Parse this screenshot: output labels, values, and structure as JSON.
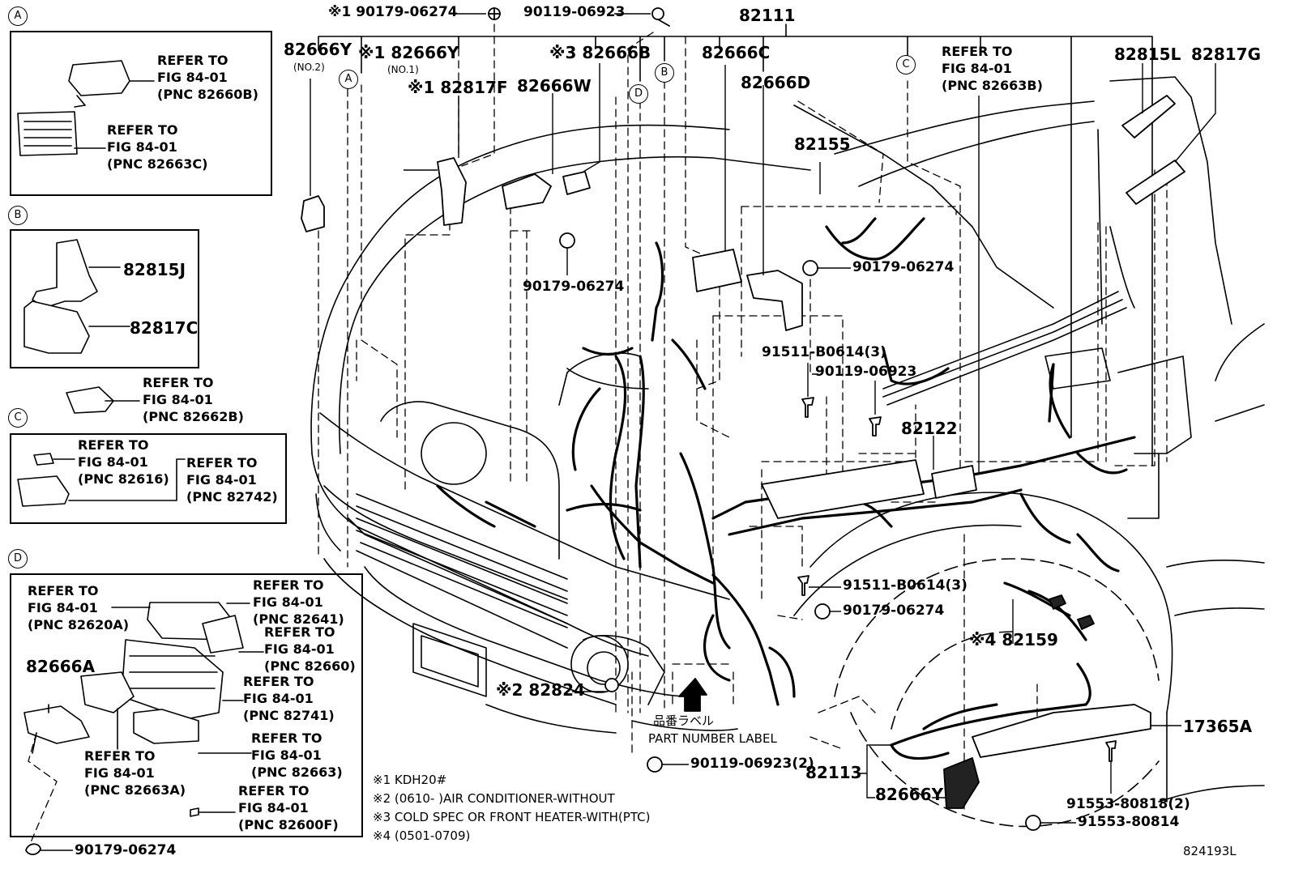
{
  "callouts": {
    "a": "A",
    "b": "B",
    "c": "C",
    "d": "D"
  },
  "parts": {
    "p82111": "82111",
    "p82666y_no2": "82666Y",
    "no2": "(NO.2)",
    "p82666y_no1": "※1 82666Y",
    "no1": "(NO.1)",
    "p82817f": "※1 82817F",
    "p82666b": "※3 82666B",
    "p82666w": "82666W",
    "p82666c": "82666C",
    "p82666d": "82666D",
    "p82815l": "82815L",
    "p82817g": "82817G",
    "p82155": "82155",
    "p82122": "82122",
    "p82159": "※4 82159",
    "p82824": "※2 82824",
    "p82113": "82113",
    "p82666y_b": "82666Y",
    "p17365a": "17365A",
    "p82815j": "82815J",
    "p82817c": "82817C",
    "p82666a": "82666A"
  },
  "fasteners": {
    "f_top_nut": "※1 90179-06274",
    "f_top_bolt": "90119-06923",
    "f_90179_mid": "90179-06274",
    "f_90179_right": "90179-06274",
    "f_91511_3a": "91511-B0614(3)",
    "f_90119_right": "90119-06923",
    "f_91511_3b": "91511-B0614(3)",
    "f_90179_lower": "90179-06274",
    "f_90119_2": "90119-06923(2)",
    "f_91553_2": "91553-80818(2)",
    "f_91553": "91553-80814",
    "f_90179_bottom": "90179-06274"
  },
  "refer": {
    "r_top_right": [
      "REFER TO",
      "FIG 84-01",
      "(PNC 82663B)"
    ],
    "r_a1": [
      "REFER TO",
      "FIG 84-01",
      "(PNC 82660B)"
    ],
    "r_a2": [
      "REFER TO",
      "FIG 84-01",
      "(PNC 82663C)"
    ],
    "r_mid": [
      "REFER TO",
      "FIG 84-01",
      "(PNC 82662B)"
    ],
    "r_c1": [
      "REFER TO",
      "FIG 84-01",
      "(PNC 82616)"
    ],
    "r_c2": [
      "REFER TO",
      "FIG 84-01",
      "(PNC 82742)"
    ],
    "r_d1": [
      "REFER TO",
      "FIG 84-01",
      "(PNC 82620A)"
    ],
    "r_d2": [
      "REFER TO",
      "FIG 84-01",
      "(PNC 82641)"
    ],
    "r_d3": [
      "REFER TO",
      "FIG 84-01",
      "(PNC 82660)"
    ],
    "r_d4": [
      "REFER TO",
      "FIG 84-01",
      "(PNC 82741)"
    ],
    "r_d5": [
      "REFER TO",
      "FIG 84-01",
      "(PNC 82663)"
    ],
    "r_d6": [
      "REFER TO",
      "FIG 84-01",
      "(PNC 82663A)"
    ],
    "r_d7": [
      "REFER TO",
      "FIG 84-01",
      "(PNC 82600F)"
    ]
  },
  "label_jp": "品番ラベル",
  "label_en": "PART NUMBER LABEL",
  "notes": [
    "※1 KDH20#",
    "※2 (0610-        )AIR CONDITIONER-WITHOUT",
    "※3 COLD SPEC OR FRONT HEATER-WITH(PTC)",
    "※4 (0501-0709)"
  ],
  "figure_code": "824193L"
}
